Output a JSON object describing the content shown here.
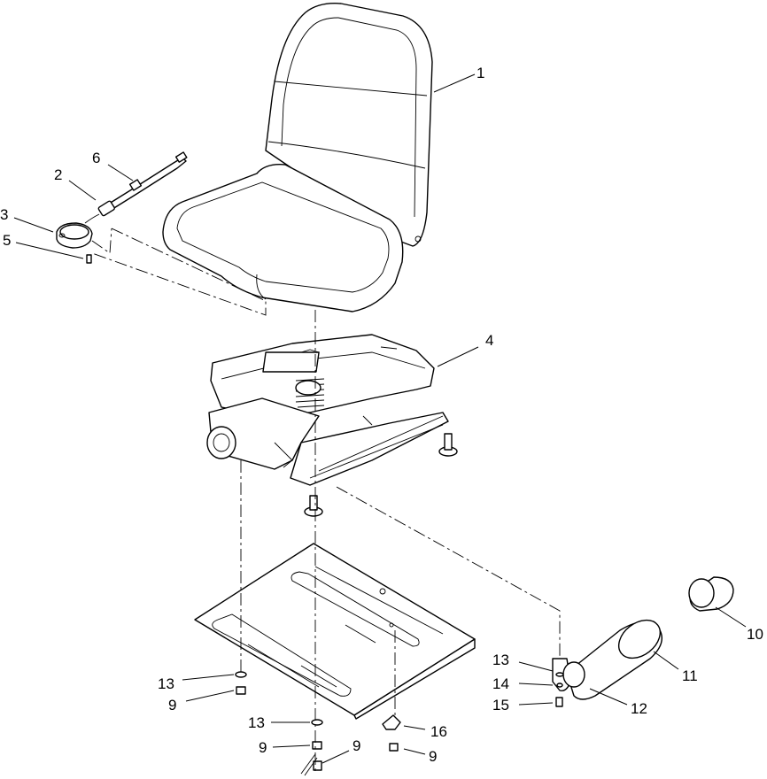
{
  "callouts": [
    "1",
    "2",
    "3",
    "4",
    "5",
    "6",
    "9",
    "9",
    "9",
    "9",
    "10",
    "11",
    "12",
    "13",
    "13",
    "13",
    "14",
    "15",
    "16"
  ]
}
